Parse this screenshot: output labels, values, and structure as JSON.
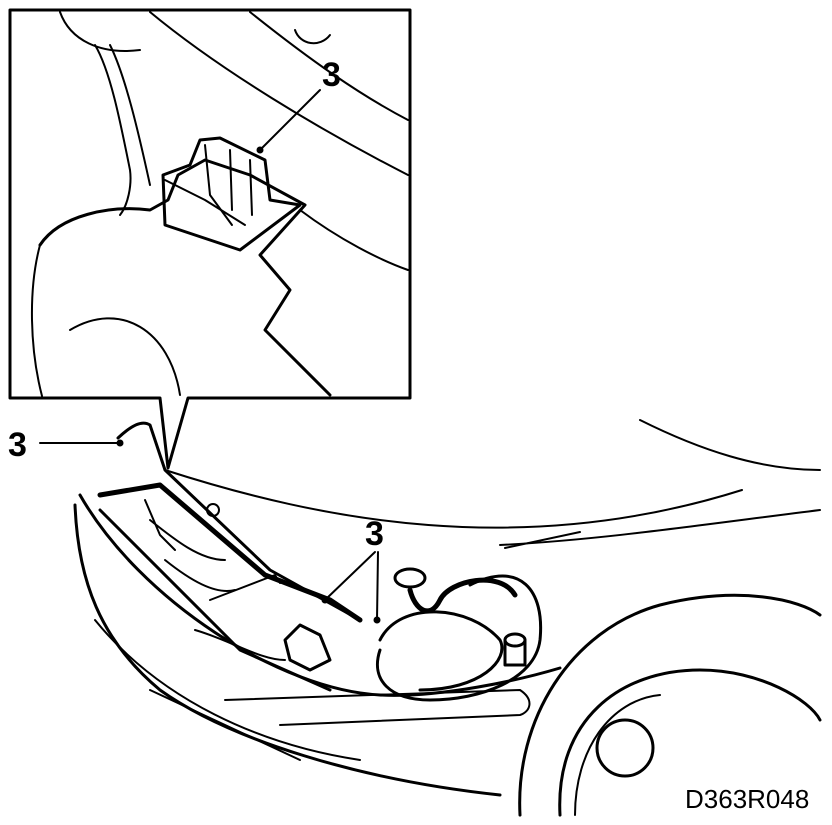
{
  "diagram": {
    "callouts": [
      {
        "id": "inset-label",
        "label": "3"
      },
      {
        "id": "left-label",
        "label": "3"
      },
      {
        "id": "center-label",
        "label": "3"
      }
    ],
    "reference_code": "D363R048"
  },
  "colors": {
    "line": "#000000",
    "background": "#ffffff"
  }
}
